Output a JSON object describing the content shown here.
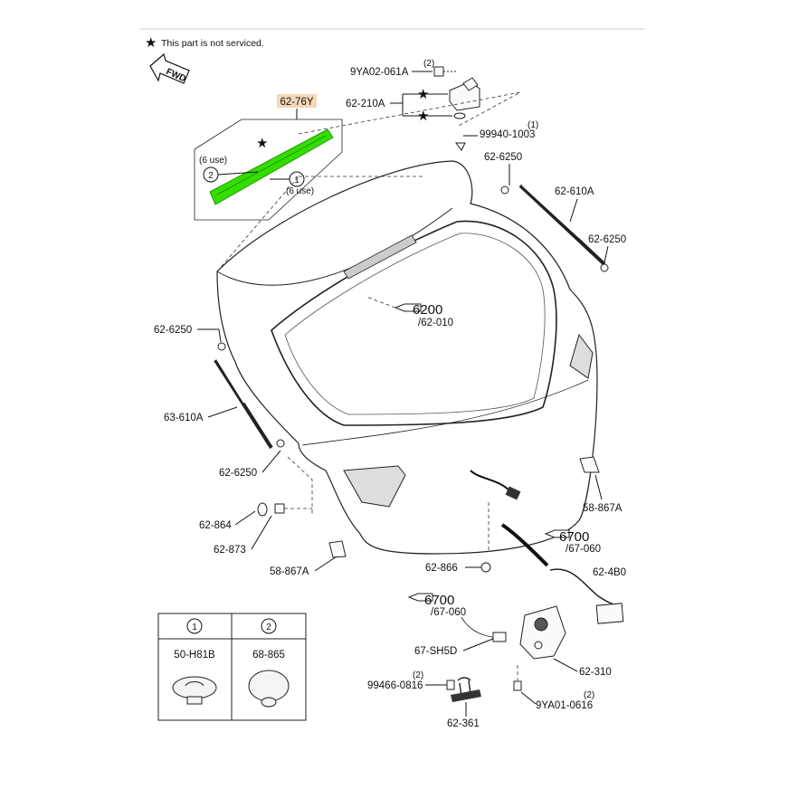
{
  "note": {
    "star_glyph": "★",
    "text": "This part is not serviced."
  },
  "fwd_label": "FWD",
  "highlight": {
    "part_number": "62-76Y",
    "label_color": "#f5d7b8",
    "part_color": "#33dd00"
  },
  "callouts": {
    "c_9ya02_qty": "(2)",
    "c_9ya02": "9YA02-061A",
    "c_62_210a": "62-210A",
    "c_99940_qty": "(1)",
    "c_99940": "99940-1003",
    "c_62_6250_top": "62-6250",
    "c_62_610a": "62-610A",
    "c_62_6250_right": "62-6250",
    "c_6_use_top": "(6 use)",
    "c_6_use_bottom": "(6 use)",
    "c_circle_2": "2",
    "c_circle_1": "1",
    "c_6200": "6200",
    "c_62_010": "/62-010",
    "c_62_6250_left": "62-6250",
    "c_63_610a": "63-610A",
    "c_62_6250_lower": "62-6250",
    "c_62_864": "62-864",
    "c_62_873": "62-873",
    "c_58_867a_left": "58-867A",
    "c_58_867a_right": "58-867A",
    "c_62_866": "62-866",
    "c_6700_a": "6700",
    "c_67_060_a": "/67-060",
    "c_62_4b0": "62-4B0",
    "c_6700_b": "6700",
    "c_67_060_b": "/67-060",
    "c_67_sh5d": "67-SH5D",
    "c_62_310": "62-310",
    "c_99466_qty": "(2)",
    "c_99466": "99466-0816",
    "c_9ya01_qty": "(2)",
    "c_9ya01": "9YA01-0616",
    "c_62_361": "62-361"
  },
  "legend": {
    "headers": [
      "1",
      "2"
    ],
    "parts": [
      "50-H81B",
      "68-865"
    ]
  }
}
